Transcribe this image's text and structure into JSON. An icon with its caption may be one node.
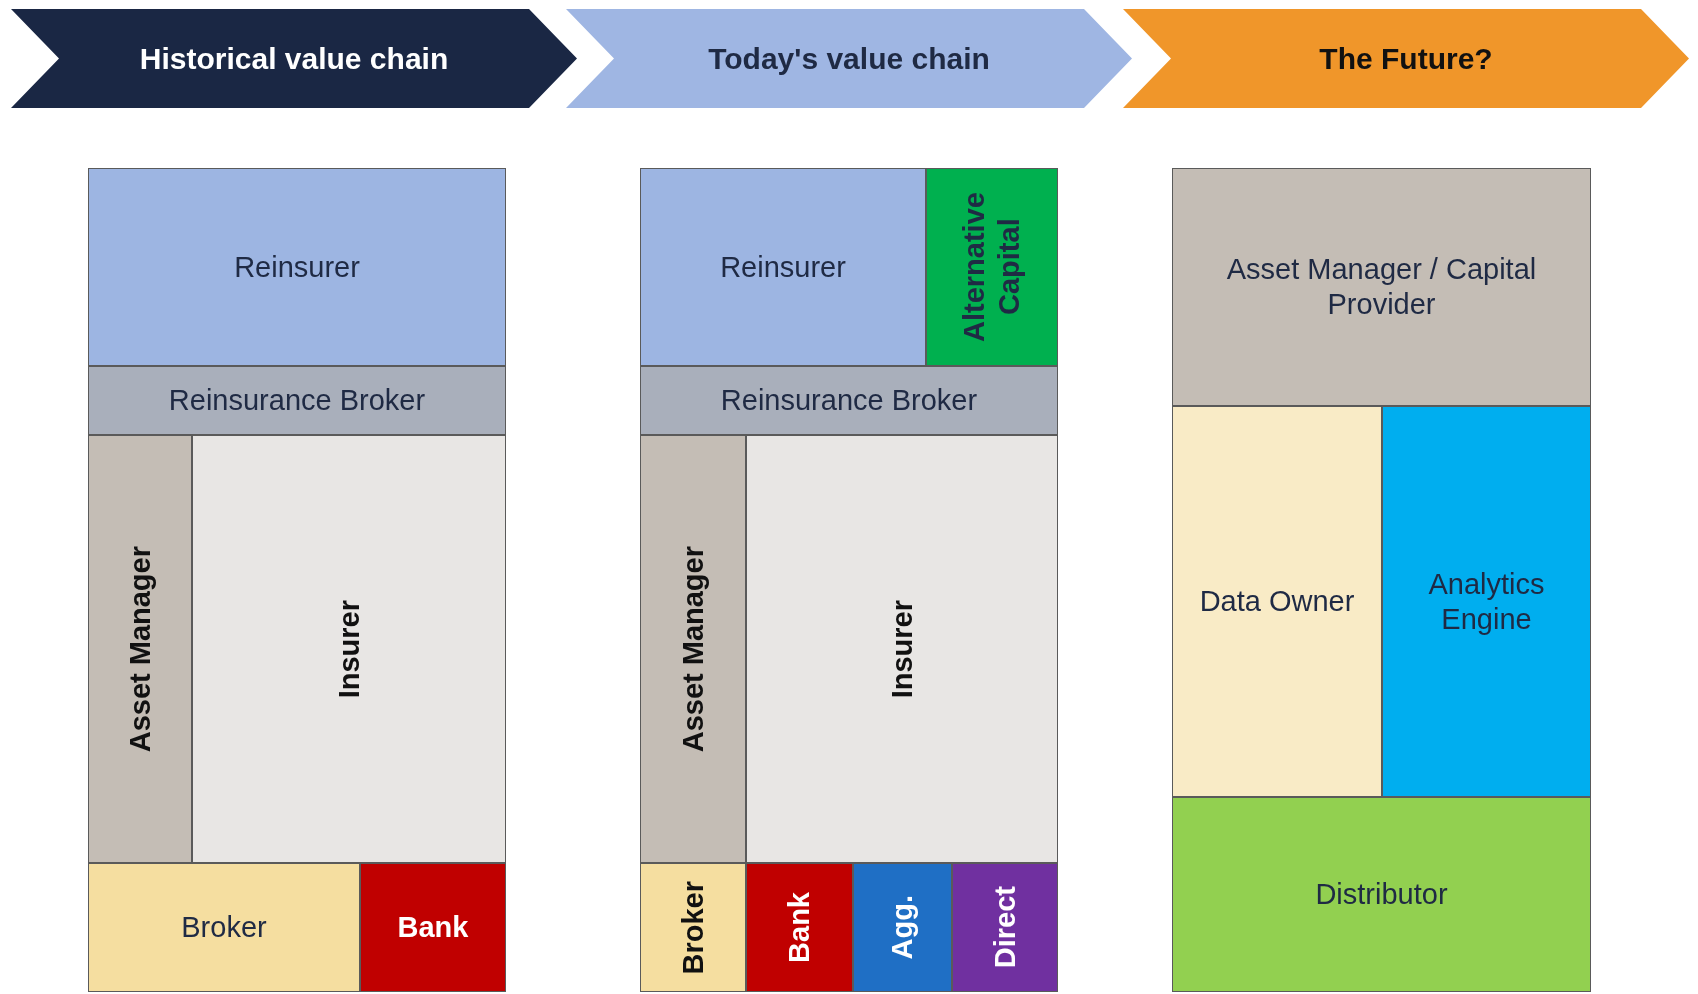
{
  "diagram": {
    "nodes": [
      {
        "text": [
          "Historical value chain"
        ]
      },
      {
        "text": [
          "Today's value chain"
        ]
      },
      {
        "text": [
          "The Future?"
        ]
      },
      {
        "text": [
          "Reinsurer"
        ]
      },
      {
        "text": [
          "Reinsurance Broker"
        ]
      },
      {
        "text": [
          "Asset Manager"
        ]
      },
      {
        "text": [
          "Insurer"
        ]
      },
      {
        "text": [
          "Broker"
        ]
      },
      {
        "text": [
          "Bank"
        ]
      },
      {
        "text": [
          "Reinsurer"
        ]
      },
      {
        "text": [
          "Alternative Capital"
        ]
      },
      {
        "text": [
          "Reinsurance Broker"
        ]
      },
      {
        "text": [
          "Asset Manager"
        ]
      },
      {
        "text": [
          "Insurer"
        ]
      },
      {
        "text": [
          "Broker"
        ]
      },
      {
        "text": [
          "Bank"
        ]
      },
      {
        "text": [
          "Agg."
        ]
      },
      {
        "text": [
          "Direct"
        ]
      },
      {
        "text": [
          "Asset Manager / Capital Provider"
        ]
      },
      {
        "text": [
          "Data Owner"
        ]
      },
      {
        "text": [
          "Analytics Engine"
        ]
      },
      {
        "text": [
          "Distributor"
        ]
      }
    ]
  }
}
